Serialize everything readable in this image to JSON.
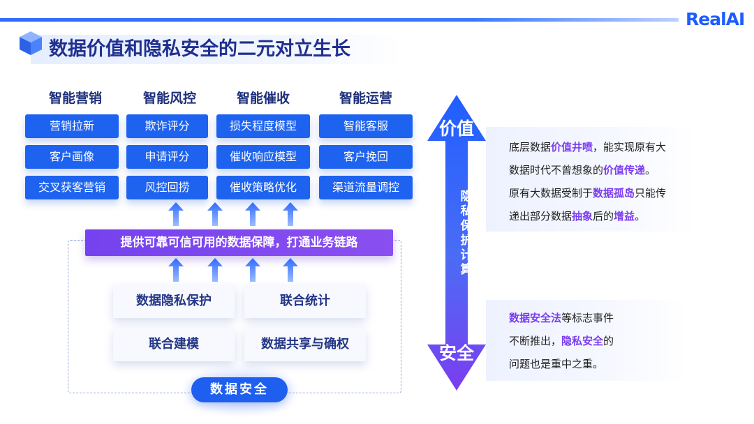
{
  "brand": {
    "logo_text": "RealAI"
  },
  "title": "数据价值和隐私安全的二元对立生长",
  "categories": [
    {
      "header": "智能营销",
      "items": [
        "营销拉新",
        "客户画像",
        "交叉获客营销"
      ]
    },
    {
      "header": "智能风控",
      "items": [
        "欺诈评分",
        "申请评分",
        "风控回捞"
      ]
    },
    {
      "header": "智能催收",
      "items": [
        "损失程度模型",
        "催收响应模型",
        "催收策略优化"
      ]
    },
    {
      "header": "智能运营",
      "items": [
        "智能客服",
        "客户挽回",
        "渠道流量调控"
      ]
    }
  ],
  "banner": "提供可靠可信可用的数据保障，打通业务链路",
  "tech": {
    "privacy_protection": "数据隐私保护",
    "joint_statistics": "联合统计",
    "joint_modeling": "联合建模",
    "data_sharing": "数据共享与确权"
  },
  "pill": "数据安全",
  "double_arrow": {
    "top": "价值",
    "bottom": "安全",
    "middle": [
      "隐",
      "私",
      "保",
      "护",
      "计",
      "算"
    ]
  },
  "panel_value": {
    "l1a": "底层数据",
    "l1b": "价值井喷",
    "l1c": "，能实现原有大",
    "l2a": "数据时代不曾想象的",
    "l2b": "价值传递",
    "l2c": "。",
    "l3a": "原有大数据受制于",
    "l3b": "数据孤岛",
    "l3c": "只能传",
    "l4a": "递出部分数据",
    "l4b": "抽象",
    "l4c": "后的",
    "l4d": "增益",
    "l4e": "。"
  },
  "panel_security": {
    "l1a": "数据安全法",
    "l1b": "等标志事件",
    "l2a": "不断推出，",
    "l2b": "隐私安全",
    "l2c": "的",
    "l3": "问题也是重中之重。"
  },
  "colors": {
    "primary_blue": "#1e63f0",
    "purple": "#7a3cf0",
    "title": "#1f2f8f"
  }
}
